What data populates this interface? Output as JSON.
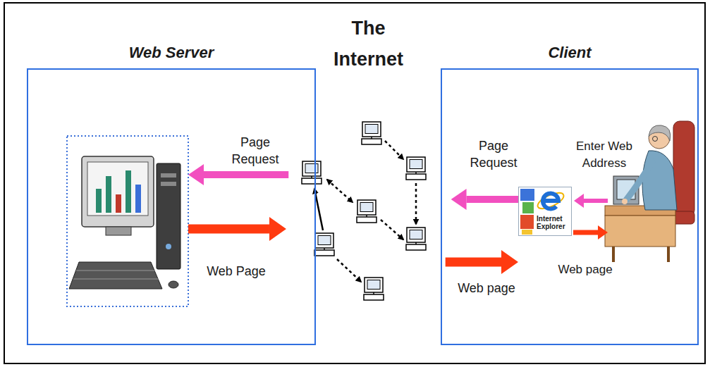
{
  "diagram": {
    "nodes": [
      {
        "text": [
          "Web Server"
        ]
      },
      {
        "text": [
          "The Internet"
        ]
      },
      {
        "text": [
          "Client"
        ]
      },
      {
        "text": [
          "Internet Explorer"
        ],
        "in": 2
      }
    ],
    "edges": [
      {
        "from": 1,
        "to": 0,
        "arrow": "to",
        "label": "Page Request"
      },
      {
        "from": 0,
        "to": 1,
        "arrow": "to",
        "label": "Web Page"
      },
      {
        "from": 3,
        "to": 1,
        "arrow": "to",
        "label": "Page Request"
      },
      {
        "from": 1,
        "to": 3,
        "arrow": "to",
        "label": "Web page"
      }
    ],
    "labels": [
      "Enter Web Address",
      "Web page"
    ]
  }
}
